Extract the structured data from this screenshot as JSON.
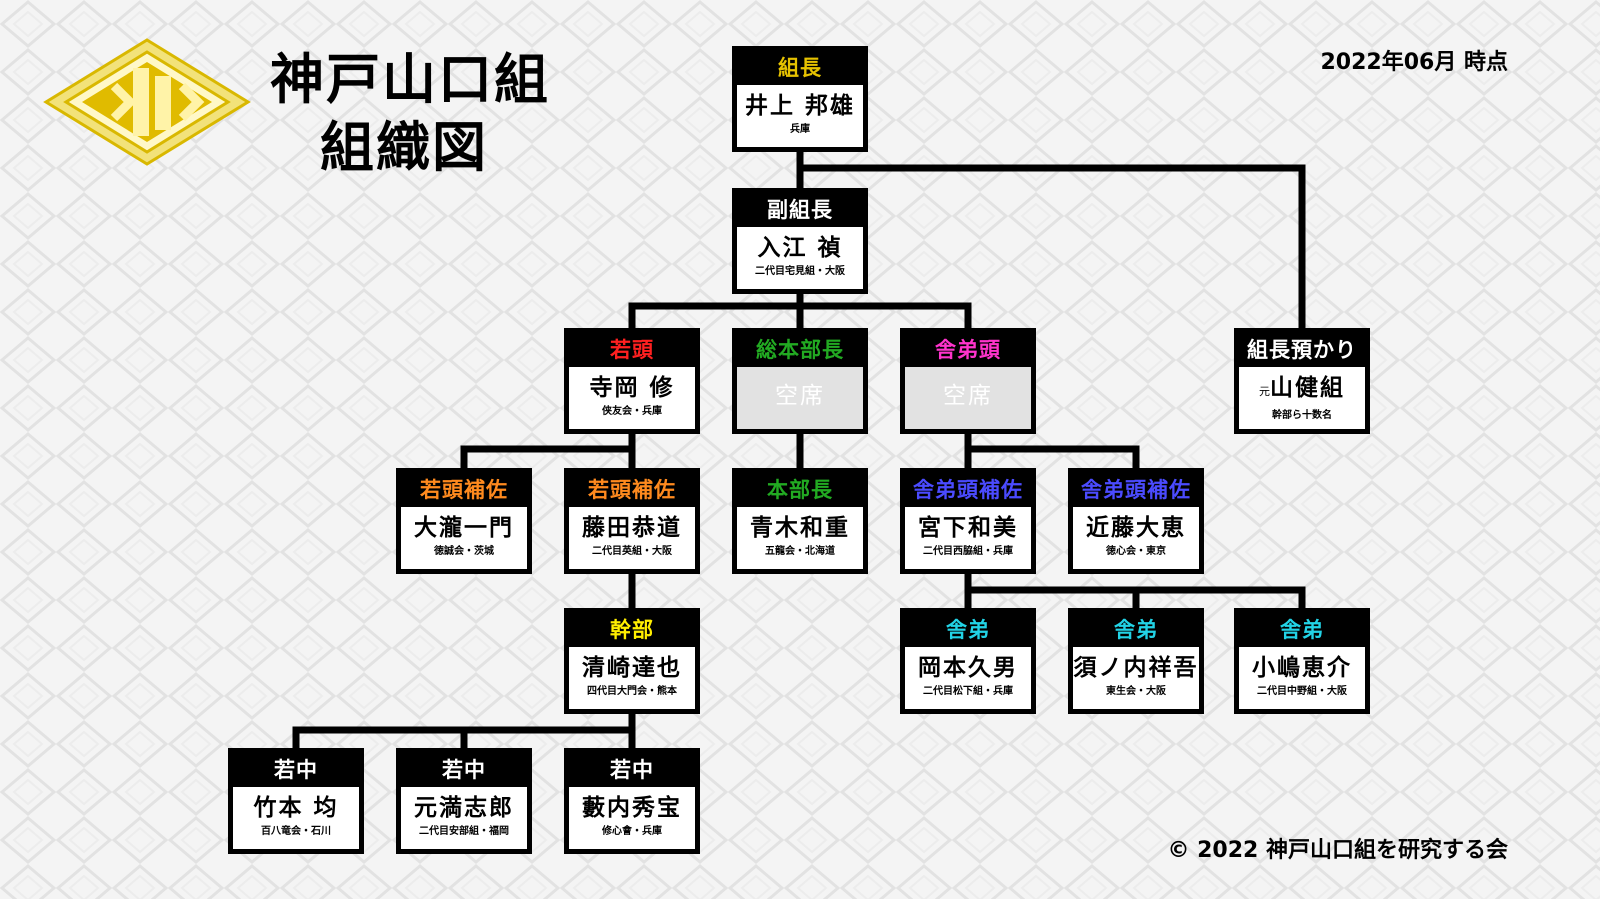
{
  "header": {
    "title_line1": "神戸山口組",
    "title_line2": "組織図",
    "as_of": "2022年06月 時点"
  },
  "footer": {
    "copyright": "© 2022 神戸山口組を研究する会"
  },
  "colors": {
    "gold": "#e6c200",
    "white": "#ffffff",
    "red": "#ff2020",
    "green": "#22aa22",
    "magenta": "#ff33cc",
    "orange": "#ff8a1e",
    "yellow": "#ffee00",
    "blue": "#4b4bff",
    "cyan": "#22d3e6"
  },
  "org": {
    "kumicho": {
      "role": "組長",
      "name": "井上 邦雄",
      "sub": "兵庫"
    },
    "fuku_kumicho": {
      "role": "副組長",
      "name": "入江 禎",
      "sub": "二代目宅見組・大阪"
    },
    "wakagashira": {
      "role": "若頭",
      "name": "寺岡 修",
      "sub": "侠友会・兵庫"
    },
    "sohonbucho": {
      "role": "総本部長",
      "name": "空席",
      "sub": ""
    },
    "shateigashira": {
      "role": "舎弟頭",
      "name": "空席",
      "sub": ""
    },
    "azukari": {
      "role": "組長預かり",
      "prefix": "元",
      "name": "山健組",
      "sub": "幹部ら十数名"
    },
    "hosa1": {
      "role": "若頭補佐",
      "name": "大瀧一門",
      "sub": "徳誠会・茨城"
    },
    "hosa2": {
      "role": "若頭補佐",
      "name": "藤田恭道",
      "sub": "二代目英組・大阪"
    },
    "honbucho": {
      "role": "本部長",
      "name": "青木和重",
      "sub": "五龍会・北海道"
    },
    "shatei_hosa1": {
      "role": "舎弟頭補佐",
      "name": "宮下和美",
      "sub": "二代目西脇組・兵庫"
    },
    "shatei_hosa2": {
      "role": "舎弟頭補佐",
      "name": "近藤大恵",
      "sub": "徳心会・東京"
    },
    "kanbu": {
      "role": "幹部",
      "name": "清崎達也",
      "sub": "四代目大門会・熊本"
    },
    "shatei1": {
      "role": "舎弟",
      "name": "岡本久男",
      "sub": "二代目松下組・兵庫"
    },
    "shatei2": {
      "role": "舎弟",
      "name": "須ノ内祥吾",
      "sub": "東生会・大阪"
    },
    "shatei3": {
      "role": "舎弟",
      "name": "小嶋恵介",
      "sub": "二代目中野組・大阪"
    },
    "wakanaka1": {
      "role": "若中",
      "name": "竹本 均",
      "sub": "百八竜会・石川"
    },
    "wakanaka2": {
      "role": "若中",
      "name": "元満志郎",
      "sub": "二代目安部組・福岡"
    },
    "wakanaka3": {
      "role": "若中",
      "name": "藪内秀宝",
      "sub": "修心會・兵庫"
    }
  }
}
